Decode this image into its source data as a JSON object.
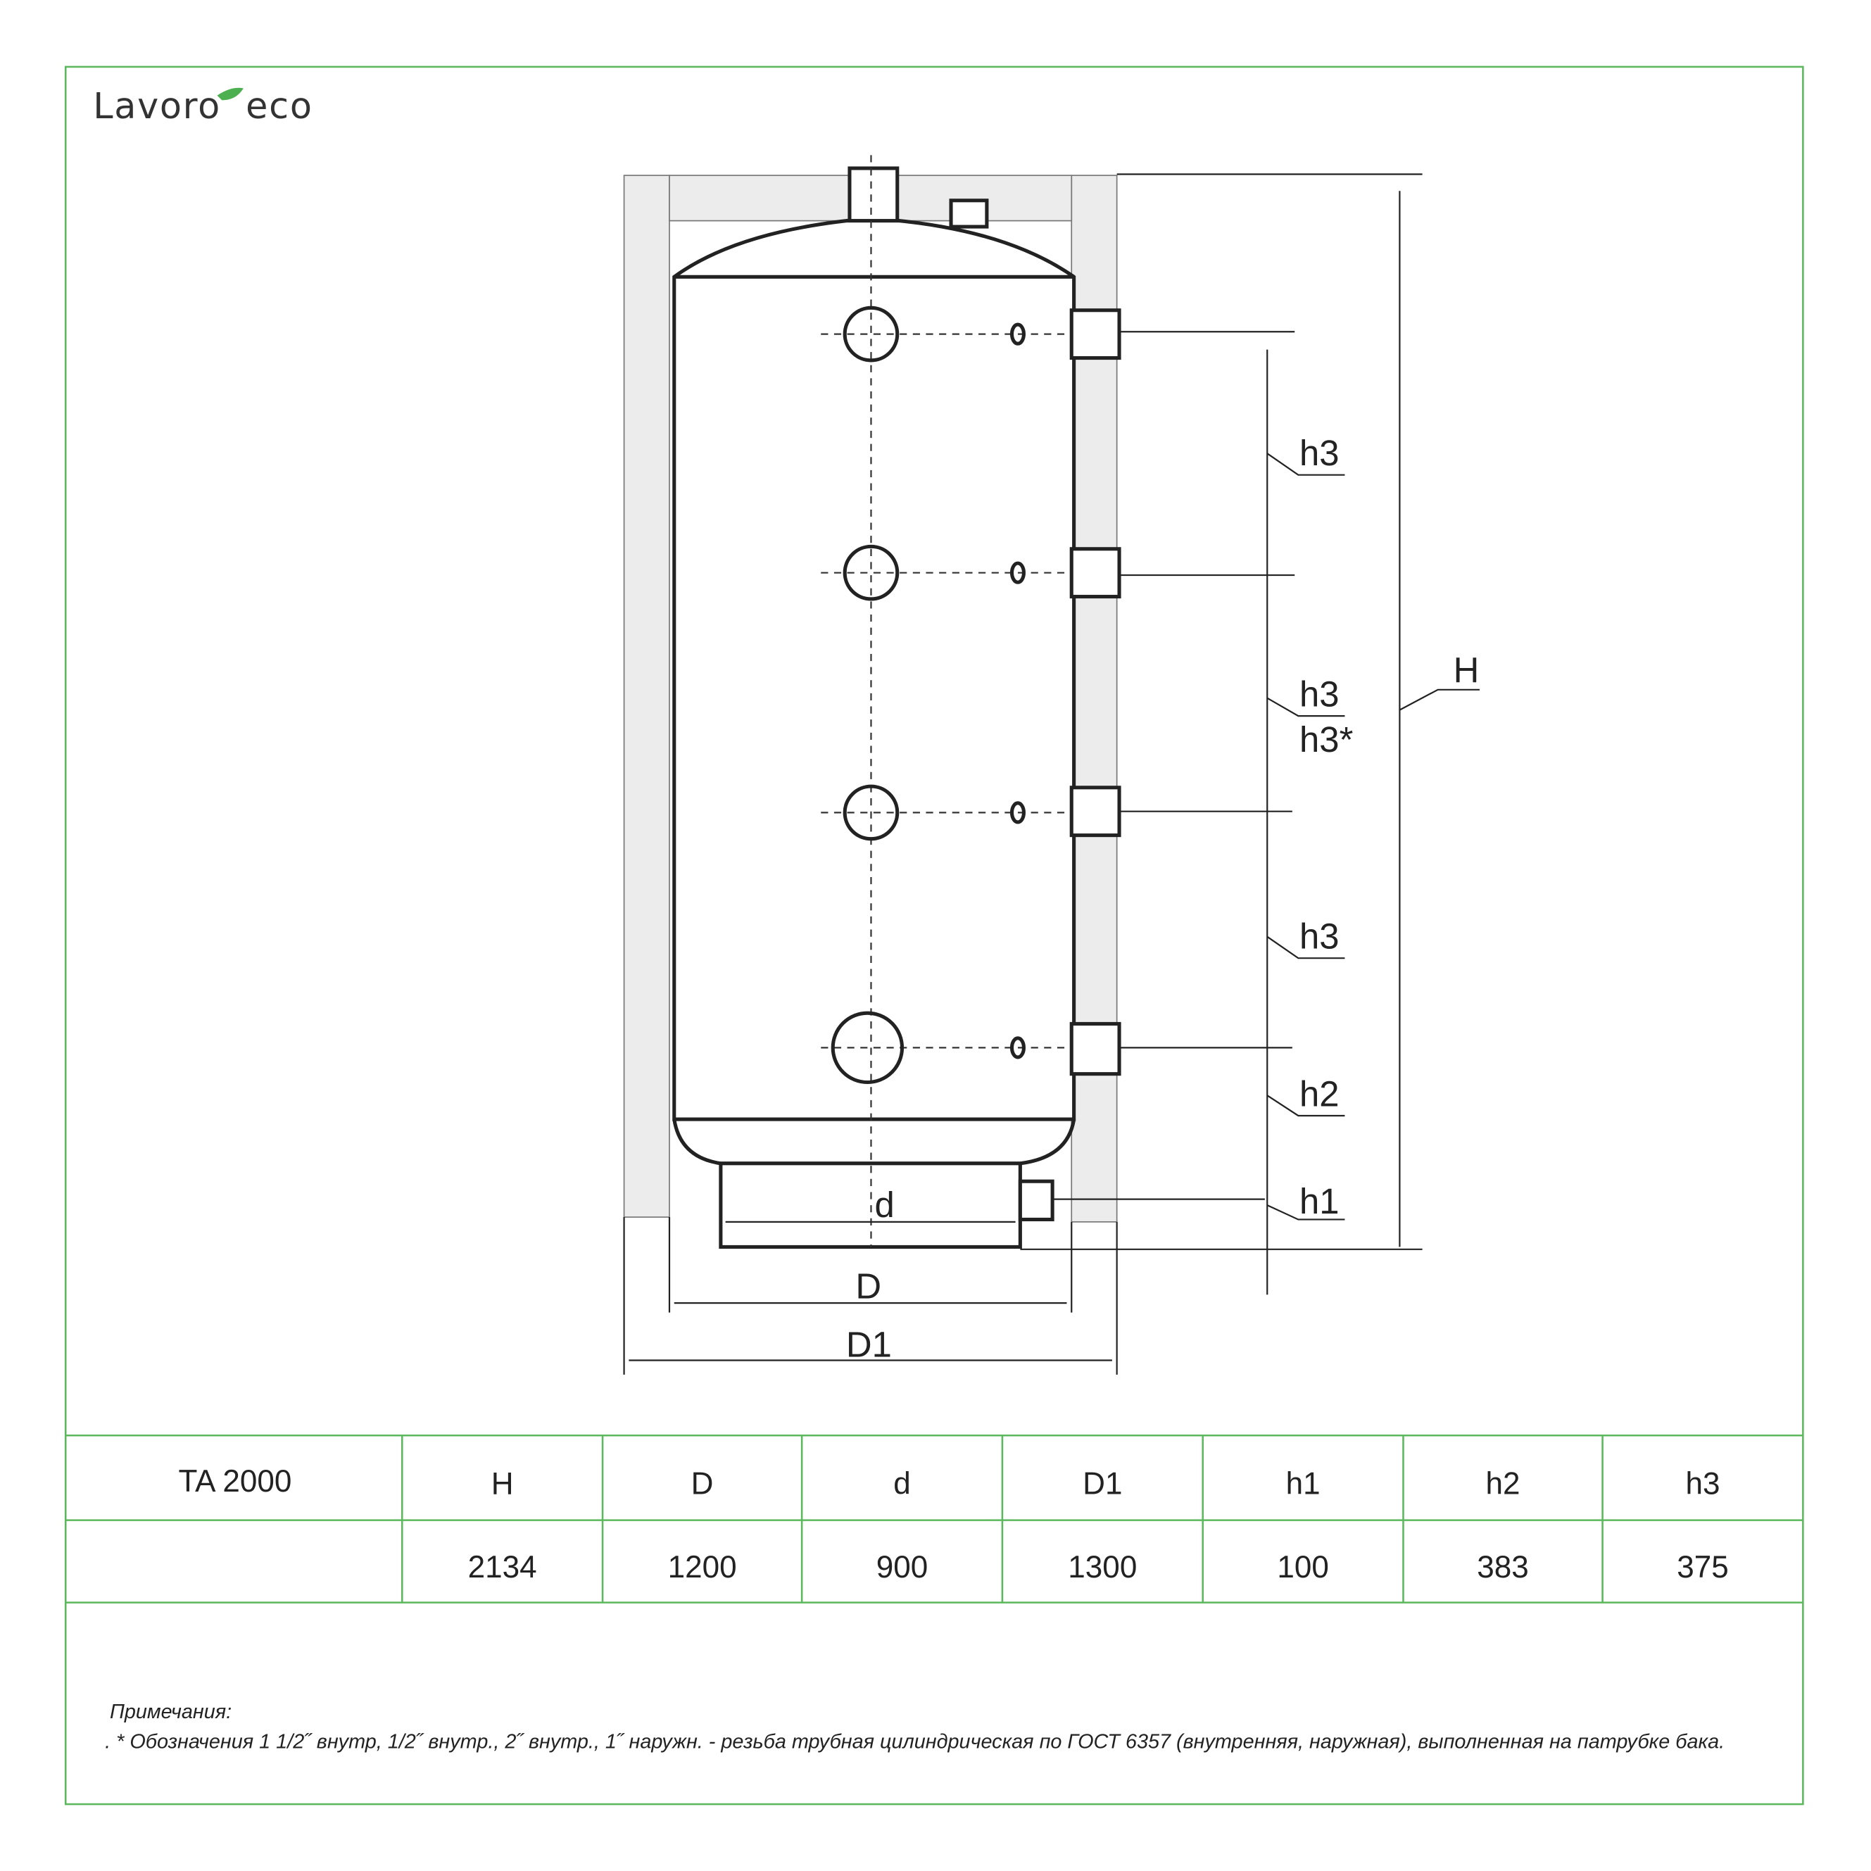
{
  "logo": {
    "text": "Lavoro eco"
  },
  "drawing": {
    "labels": {
      "H": "H",
      "h3_a": "h3",
      "h3_b": "h3",
      "h3_star": "h3*",
      "h3_c": "h3",
      "h2": "h2",
      "h1": "h1",
      "d": "d",
      "D": "D",
      "D1": "D1"
    }
  },
  "table": {
    "model": "TA 2000",
    "headers": [
      "H",
      "D",
      "d",
      "D1",
      "h1",
      "h2",
      "h3"
    ],
    "values": [
      "2134",
      "1200",
      "900",
      "1300",
      "100",
      "383",
      "375"
    ]
  },
  "notes": {
    "title": "Примечания:",
    "text": ". * Обозначения 1 1/2˝ внутр, 1/2˝ внутр., 2˝ внутр., 1˝  наружн. - резьба трубная цилиндрическая по ГОСТ 6357 (внутренняя, наружная), выполненная на патрубке бака."
  },
  "colors": {
    "frame": "#5cb85c",
    "leaf": "#4caf50",
    "post": "#ececec"
  }
}
